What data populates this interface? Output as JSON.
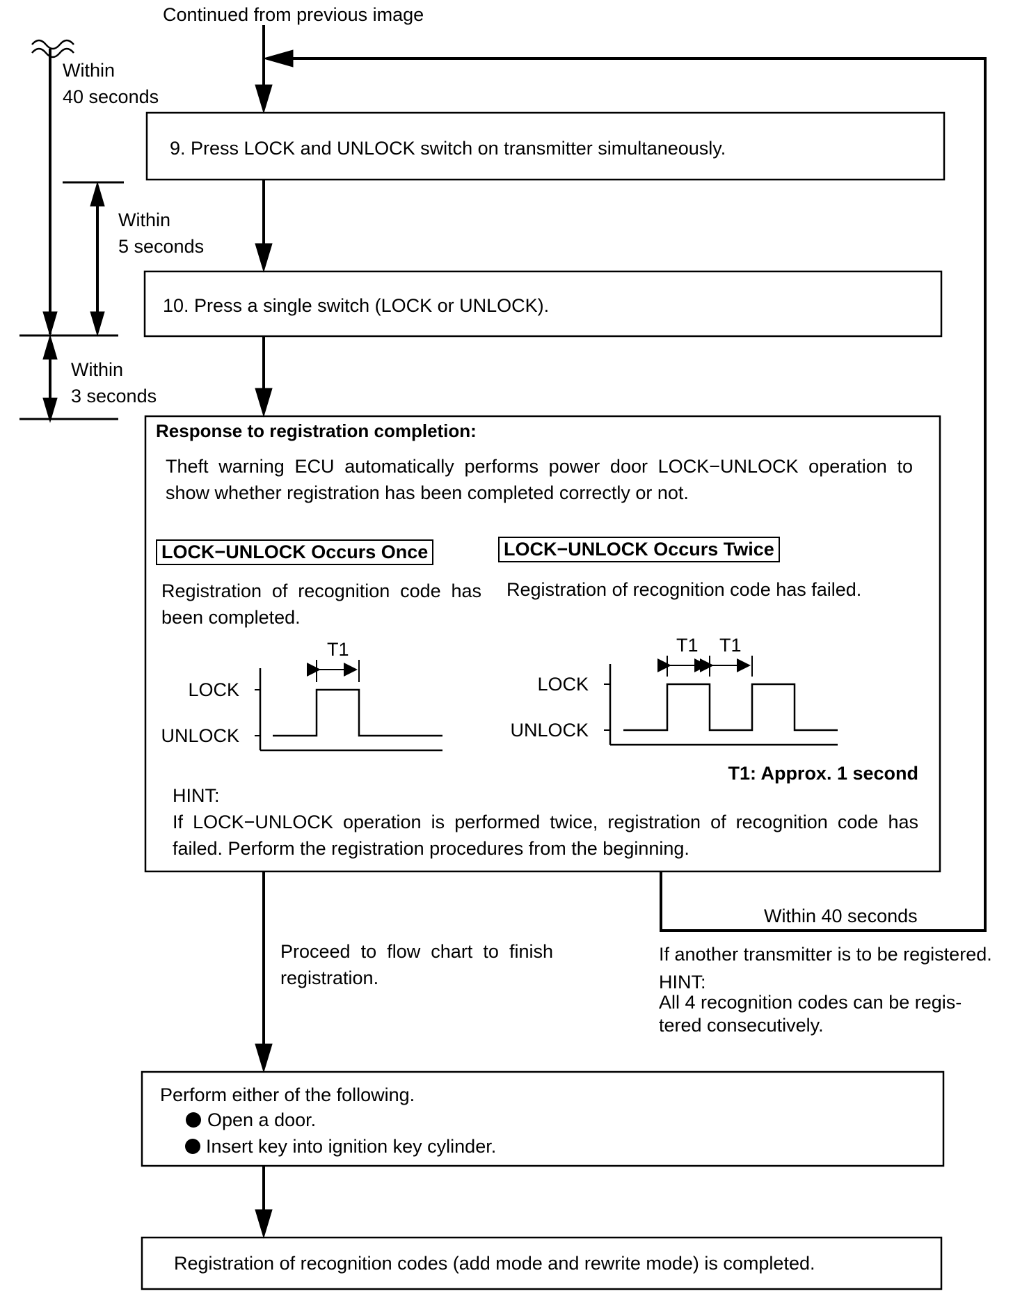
{
  "top_note": "Continued from previous image",
  "timing": {
    "t40": [
      "Within",
      "40 seconds"
    ],
    "t5": [
      "Within",
      "5 seconds"
    ],
    "t3": [
      "Within",
      "3 seconds"
    ]
  },
  "steps": {
    "step9": "9.  Press LOCK and UNLOCK switch on transmitter simultaneously.",
    "step10": "10.  Press a single switch (LOCK or UNLOCK)."
  },
  "response": {
    "title": "Response to registration completion:",
    "description": "Theft warning ECU automatically performs power door LOCK−UNLOCK operation to show whether registration has been completed correctly or not.",
    "once": {
      "label": "LOCK−UNLOCK Occurs Once",
      "text": "Registration of recognition code has been completed.",
      "lock": "LOCK",
      "unlock": "UNLOCK",
      "t1": [
        "T1"
      ]
    },
    "twice": {
      "label": "LOCK−UNLOCK Occurs Twice",
      "text": "Registration of recognition code has failed.",
      "lock": "LOCK",
      "unlock": "UNLOCK",
      "t1": [
        "T1",
        "T1"
      ]
    },
    "t1_note": "T1: Approx. 1 second",
    "hint_label": "HINT:",
    "hint_text": "If LOCK−UNLOCK operation is performed twice, registration of recognition code has failed. Perform the registration procedures from the beginning."
  },
  "loop": {
    "label": "Within 40 seconds",
    "note": "If another transmitter is to be registered.",
    "hint_label": "HINT:",
    "hint_text": "All 4 recognition codes can be registered consecutively.",
    "hint_lines": [
      "All 4 recognition codes can be regis-",
      "tered consecutively."
    ]
  },
  "proceed": {
    "text": "Proceed to flow chart to finish registration."
  },
  "perform": {
    "title": "Perform either of the following.",
    "bullets": [
      "Open a door.",
      "Insert key into ignition key cylinder."
    ]
  },
  "final": {
    "text": "Registration of recognition codes (add mode and rewrite mode) is completed."
  }
}
